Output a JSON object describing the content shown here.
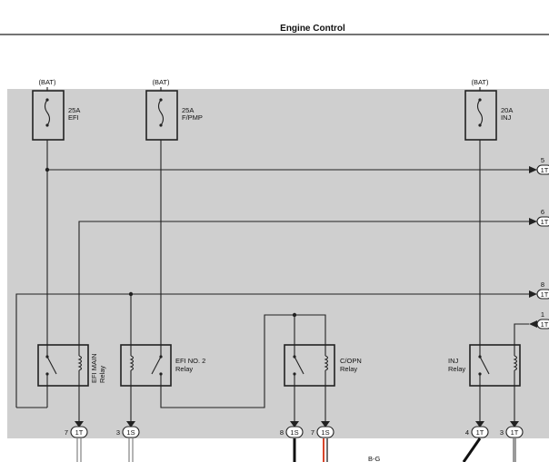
{
  "header": {
    "title": "Engine Control"
  },
  "bat_label": "(BAT)",
  "fuses": [
    {
      "amp": "25A",
      "name": "EFI"
    },
    {
      "amp": "25A",
      "name": "F/PMP"
    },
    {
      "amp": "20A",
      "name": "INJ"
    }
  ],
  "relays": {
    "efi_main": {
      "line1": "EFI MAIN",
      "line2": "Relay"
    },
    "efi_no2": {
      "line1": "EFI NO. 2",
      "line2": "Relay"
    },
    "copn": {
      "line1": "C/OPN",
      "line2": "Relay"
    },
    "inj": {
      "line1": "INJ",
      "line2": "Relay"
    }
  },
  "connectors_right": [
    {
      "pin": "5",
      "code": "1T"
    },
    {
      "pin": "6",
      "code": "1T"
    },
    {
      "pin": "8",
      "code": "1T"
    },
    {
      "pin": "1",
      "code": "1T"
    }
  ],
  "connectors_bottom": [
    {
      "pin": "7",
      "code": "1T"
    },
    {
      "pin": "3",
      "code": "1S"
    },
    {
      "pin": "8",
      "code": "1S"
    },
    {
      "pin": "7",
      "code": "1S"
    },
    {
      "pin": "4",
      "code": "1T"
    },
    {
      "pin": "3",
      "code": "1T"
    }
  ],
  "wire_label": "B-G",
  "colors": {
    "panel": "#cfcfcf",
    "wire_red": "#d8452a",
    "wire_gray": "#9a9a9a"
  }
}
